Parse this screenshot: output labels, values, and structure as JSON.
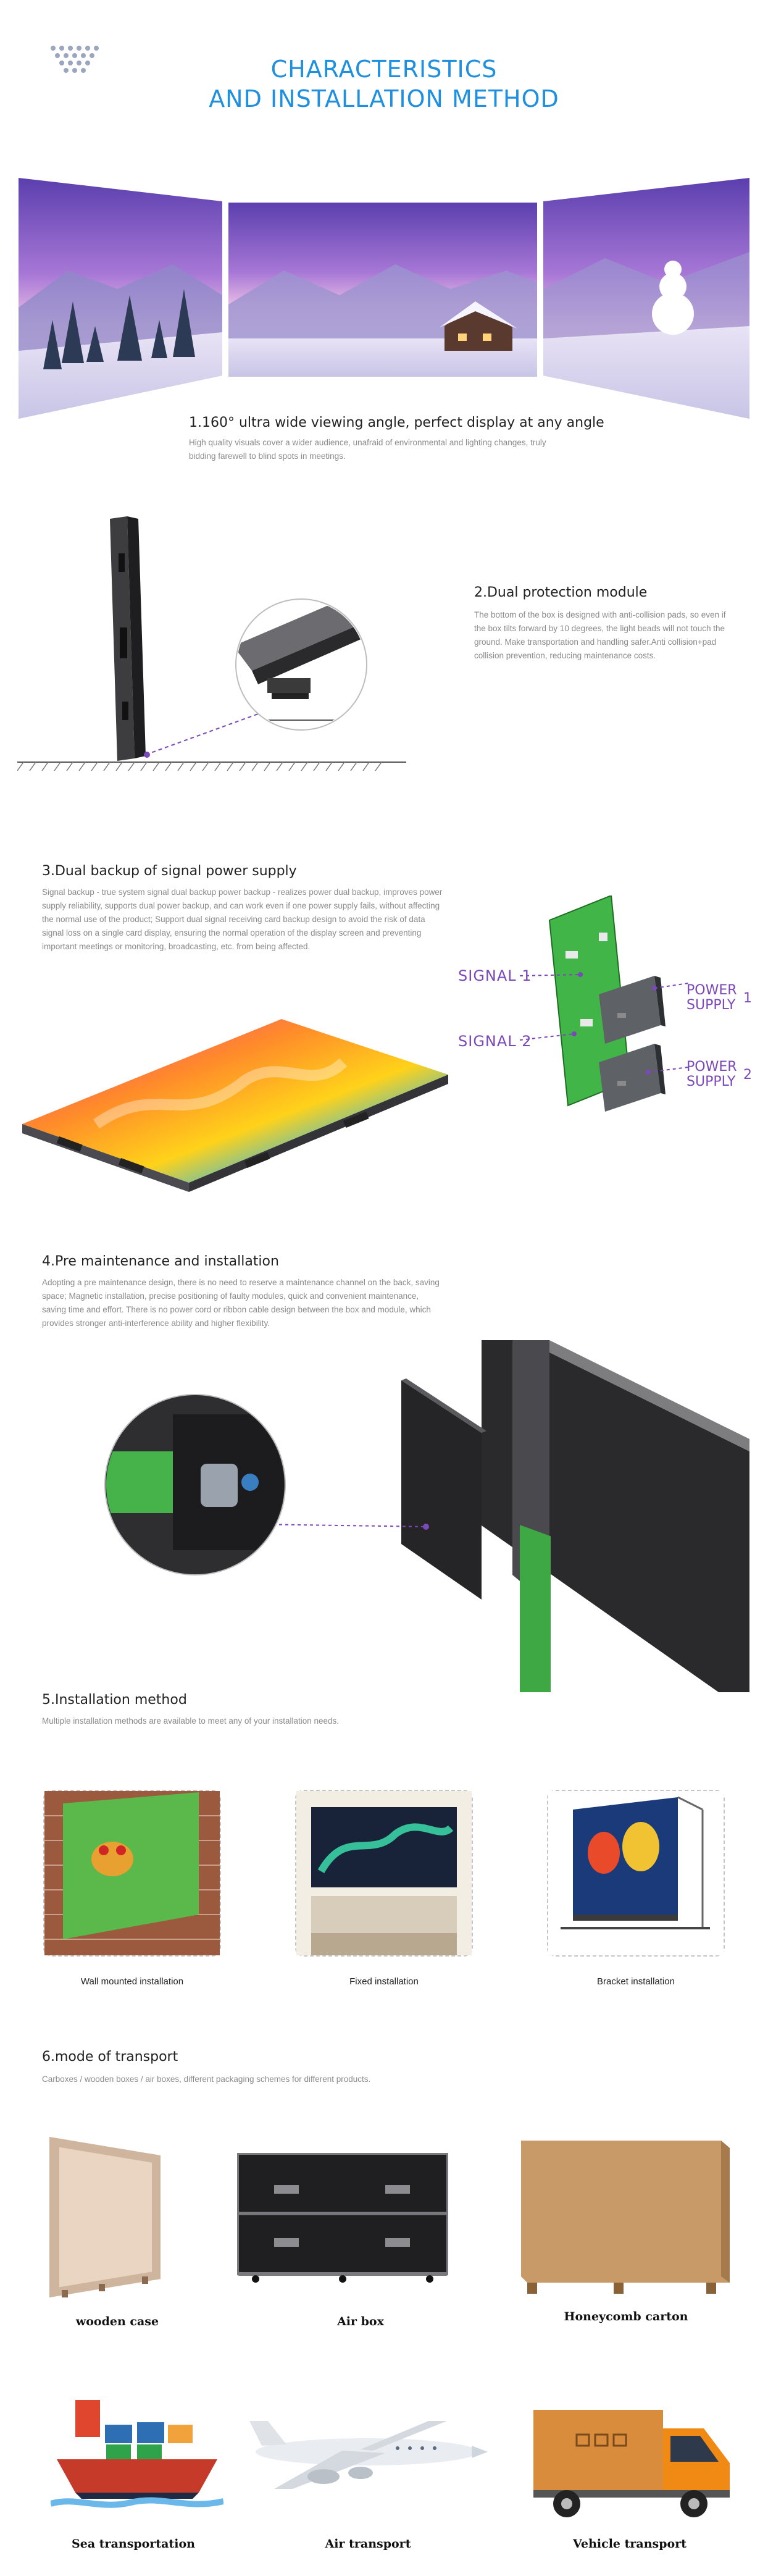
{
  "header": {
    "title_line1": "CHARACTERISTICS",
    "title_line2": "AND INSTALLATION METHOD"
  },
  "section1": {
    "title": "1.160° ultra wide viewing angle, perfect display at any angle",
    "body": "High quality visuals cover a wider audience, unafraid of environmental and lighting changes, truly bidding farewell to blind spots in meetings."
  },
  "section2": {
    "title": "2.Dual protection module",
    "body": "The bottom of the box is designed with anti-collision pads, so even if the box tilts forward by 10 degrees, the light beads will not touch the ground. Make transportation and handling safer.Anti collision+pad collision prevention, reducing maintenance costs."
  },
  "section3": {
    "title": "3.Dual backup of signal power supply",
    "body": "Signal backup - true system signal dual backup power backup - realizes power dual backup, improves power supply reliability, supports dual power backup, and can work even if one power supply fails, without affecting the normal use of the product; Support dual signal receiving card backup design to avoid the risk of data signal loss on a single card display, ensuring the normal operation of the display screen and preventing important meetings or monitoring, broadcasting, etc. from being affected.",
    "signal1": "SIGNAL 1",
    "signal2": "SIGNAL 2",
    "power1_line1": "POWER",
    "power1_line2": "SUPPLY",
    "power1_num": "1",
    "power2_line1": "POWER",
    "power2_line2": "SUPPLY",
    "power2_num": "2"
  },
  "section4": {
    "title": "4.Pre maintenance and installation",
    "body": "Adopting a pre maintenance design, there is no need to reserve a maintenance channel on the back, saving space; Magnetic installation, precise positioning of faulty modules, quick and convenient maintenance, saving time and effort. There is no power cord or ribbon cable design between the box and module, which provides stronger anti-interference ability and higher flexibility."
  },
  "section5": {
    "title": "5.Installation method",
    "body": "Multiple installation methods are available to meet any of your installation needs.",
    "methods": [
      {
        "label": "Wall mounted installation"
      },
      {
        "label": "Fixed installation"
      },
      {
        "label": "Bracket installation"
      }
    ]
  },
  "section6": {
    "title": "6.mode of transport",
    "body": "Carboxes / wooden boxes / air boxes, different packaging schemes for different products.",
    "packaging": [
      {
        "label": "wooden case"
      },
      {
        "label": "Air box"
      },
      {
        "label": "Honeycomb carton"
      }
    ],
    "transport": [
      {
        "label": "Sea transportation"
      },
      {
        "label": "Air transport"
      },
      {
        "label": "Vehicle transport"
      }
    ]
  },
  "colors": {
    "accent_blue": "#1f8fe0",
    "signal_purple": "#7b49b8",
    "dot_grid": "#9aa6bf"
  }
}
